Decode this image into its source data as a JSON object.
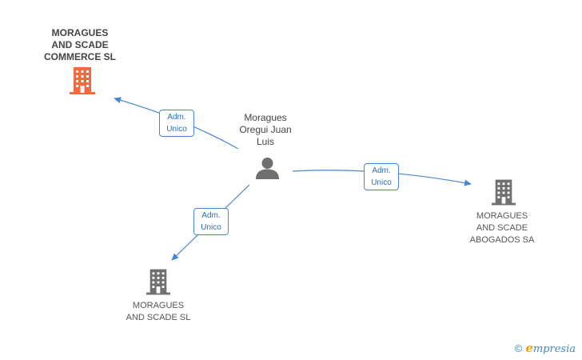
{
  "nodes": {
    "commerce": {
      "label": "MORAGUES\nAND SCADE\nCOMMERCE SL",
      "color": "#f26a3d"
    },
    "person": {
      "label": "Moragues\nOregui Juan\nLuis"
    },
    "abogados": {
      "label": "MORAGUES\nAND SCADE\nABOGADOS SA",
      "color": "#707070"
    },
    "scade_sl": {
      "label": "MORAGUES\nAND SCADE SL",
      "color": "#707070"
    }
  },
  "edges": [
    {
      "label": "Adm.\nUnico",
      "from": "person",
      "to": "commerce"
    },
    {
      "label": "Adm.\nUnico",
      "from": "person",
      "to": "abogados"
    },
    {
      "label": "Adm.\nUnico",
      "from": "person",
      "to": "scade_sl"
    }
  ],
  "colors": {
    "edge": "#4a86cf",
    "person": "#707070"
  },
  "footer": {
    "copyright": "©",
    "brand_initial": "e",
    "brand_rest": "mpresia"
  }
}
